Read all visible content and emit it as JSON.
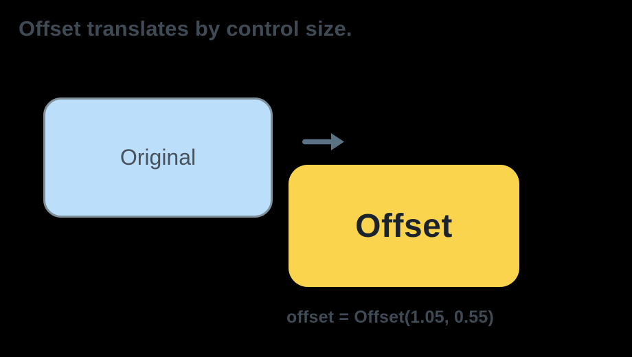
{
  "header": {
    "title": "Offset translates by control size."
  },
  "diagram": {
    "original_box": {
      "label": "Original"
    },
    "offset_box": {
      "label": "Offset"
    },
    "caption": "offset = Offset(1.05, 0.55)"
  },
  "icons": {
    "between_boxes": "arrow-right-icon"
  },
  "colors": {
    "background": "#000000",
    "title_text": "#3f4a55",
    "original_fill": "#bbdefb",
    "original_border": "#7e8f9a",
    "original_text": "#47525c",
    "arrow": "#5a7283",
    "offset_fill": "#fbd44e",
    "offset_text": "#1b232c",
    "caption_text": "#3f4a55"
  }
}
